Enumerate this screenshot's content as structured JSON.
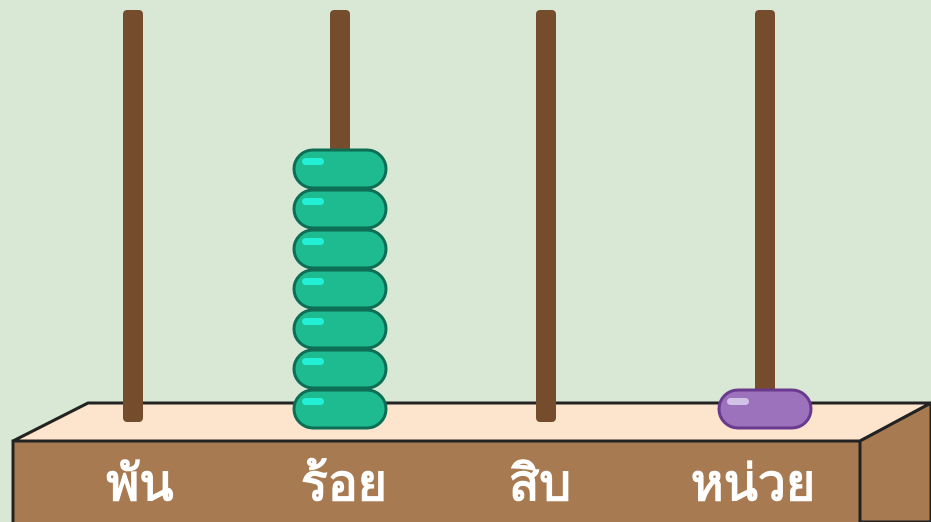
{
  "abacus": {
    "columns": [
      {
        "label": "พัน",
        "beads": 0,
        "bead_color": "#1dbb8f"
      },
      {
        "label": "ร้อย",
        "beads": 7,
        "bead_color": "#1dbb8f"
      },
      {
        "label": "สิบ",
        "beads": 0,
        "bead_color": "#1dbb8f"
      },
      {
        "label": "หน่วย",
        "beads": 1,
        "bead_color": "#9b72bb"
      }
    ]
  },
  "colors": {
    "background": "#d9e8d4",
    "rod": "#754c2c",
    "base_top": "#fde4cc",
    "base_front": "#a77a52",
    "base_side": "#a77a52",
    "outline": "#222222",
    "green_bead_stroke": "#0e6e55",
    "green_bead_shine": "#22f0d6",
    "purple_bead_stroke": "#6a3a8e",
    "purple_bead_shine": "#d2c3e6"
  }
}
